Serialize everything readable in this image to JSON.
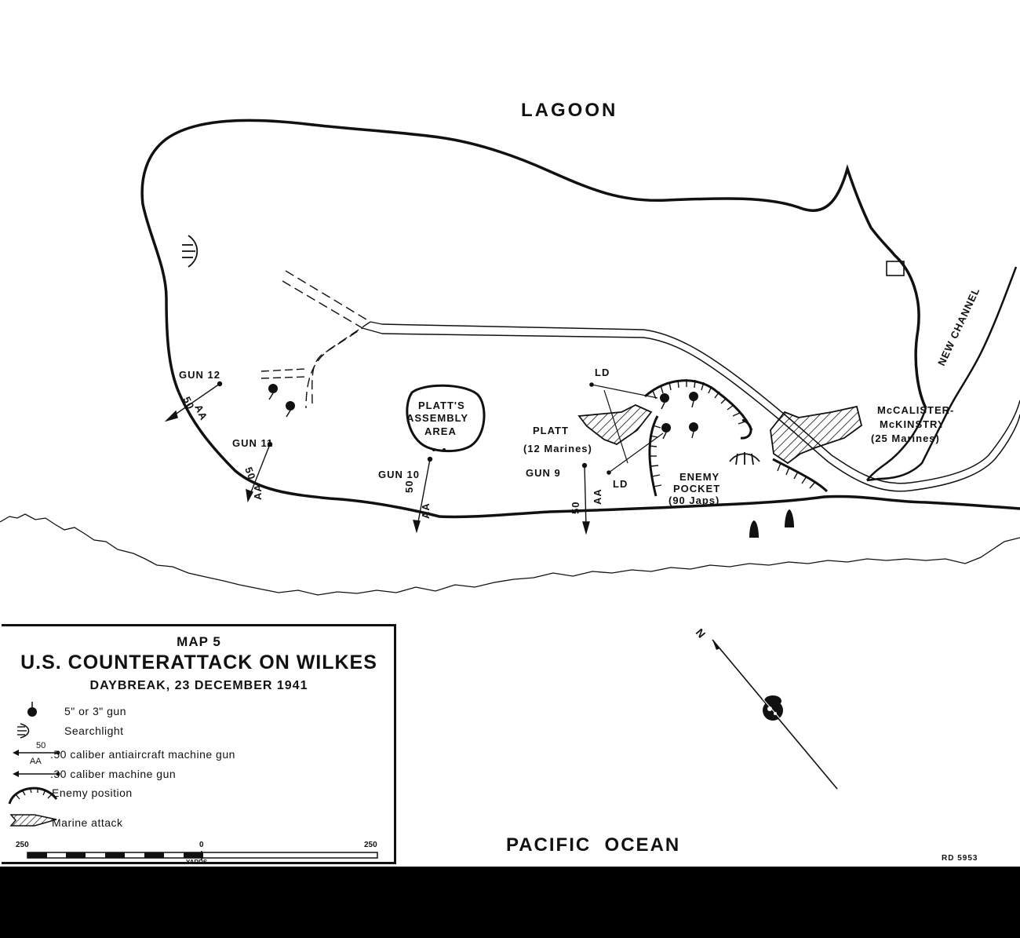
{
  "labels": {
    "lagoon": "LAGOON",
    "pacific_ocean": "PACIFIC  OCEAN",
    "new_channel": "NEW CHANNEL",
    "gun12": "GUN 12",
    "gun11": "GUN 11",
    "gun10": "GUN 10",
    "gun9": "GUN 9",
    "platts_line1": "PLATT'S",
    "platts_line2": "ASSEMBLY",
    "platts_line3": "AREA",
    "platt_name": "PLATT",
    "platt_count": "(12 Marines)",
    "mcal_line1": "McCALISTER-",
    "mcal_line2": "McKINSTRY",
    "mcal_line3": "(25 Marines)",
    "enemy_line1": "ENEMY",
    "enemy_line2": "POCKET",
    "enemy_line3": "(90 Japs)",
    "ld": "LD",
    "aa50": "50",
    "aa": "AA",
    "north": "N"
  },
  "legend": {
    "map_number": "MAP 5",
    "title": "U.S. COUNTERATTACK ON WILKES",
    "date": "DAYBREAK, 23 DECEMBER 1941",
    "items": [
      {
        "label": "5\" or 3\" gun",
        "icon": "gun-icon"
      },
      {
        "label": "Searchlight",
        "icon": "searchlight-icon"
      },
      {
        "label": ".50 caliber antiaircraft machine gun",
        "icon": "aa-machine-gun-icon"
      },
      {
        "label": ".30 caliber machine gun",
        "icon": "machine-gun-icon"
      },
      {
        "label": "Enemy position",
        "icon": "enemy-position-icon"
      },
      {
        "label": "Marine attack",
        "icon": "marine-attack-icon"
      }
    ],
    "scale": {
      "left": "250",
      "center": "0",
      "right": "250",
      "unit": "YARDS"
    }
  },
  "credit": "RD 5953"
}
